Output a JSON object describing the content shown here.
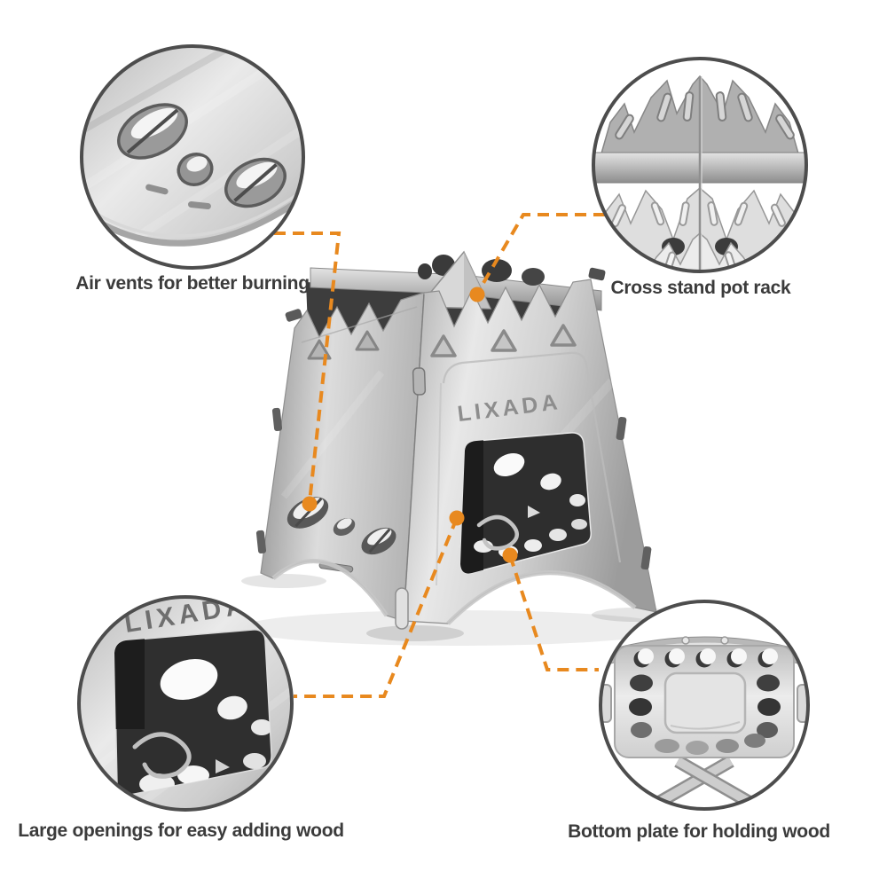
{
  "product": {
    "brand": "LIXADA"
  },
  "colors": {
    "accent_orange": "#E8891F",
    "label_text": "#3B3B3B",
    "circle_border": "#4D4D4D"
  },
  "callouts": [
    {
      "id": "air-vents",
      "position": "top-left",
      "label": "Air vents for better burning"
    },
    {
      "id": "pot-rack",
      "position": "top-right",
      "label": "Cross stand pot rack"
    },
    {
      "id": "openings",
      "position": "bottom-left",
      "label": "Large openings for easy adding wood"
    },
    {
      "id": "bottom-plate",
      "position": "bottom-right",
      "label": "Bottom plate for holding wood"
    }
  ]
}
